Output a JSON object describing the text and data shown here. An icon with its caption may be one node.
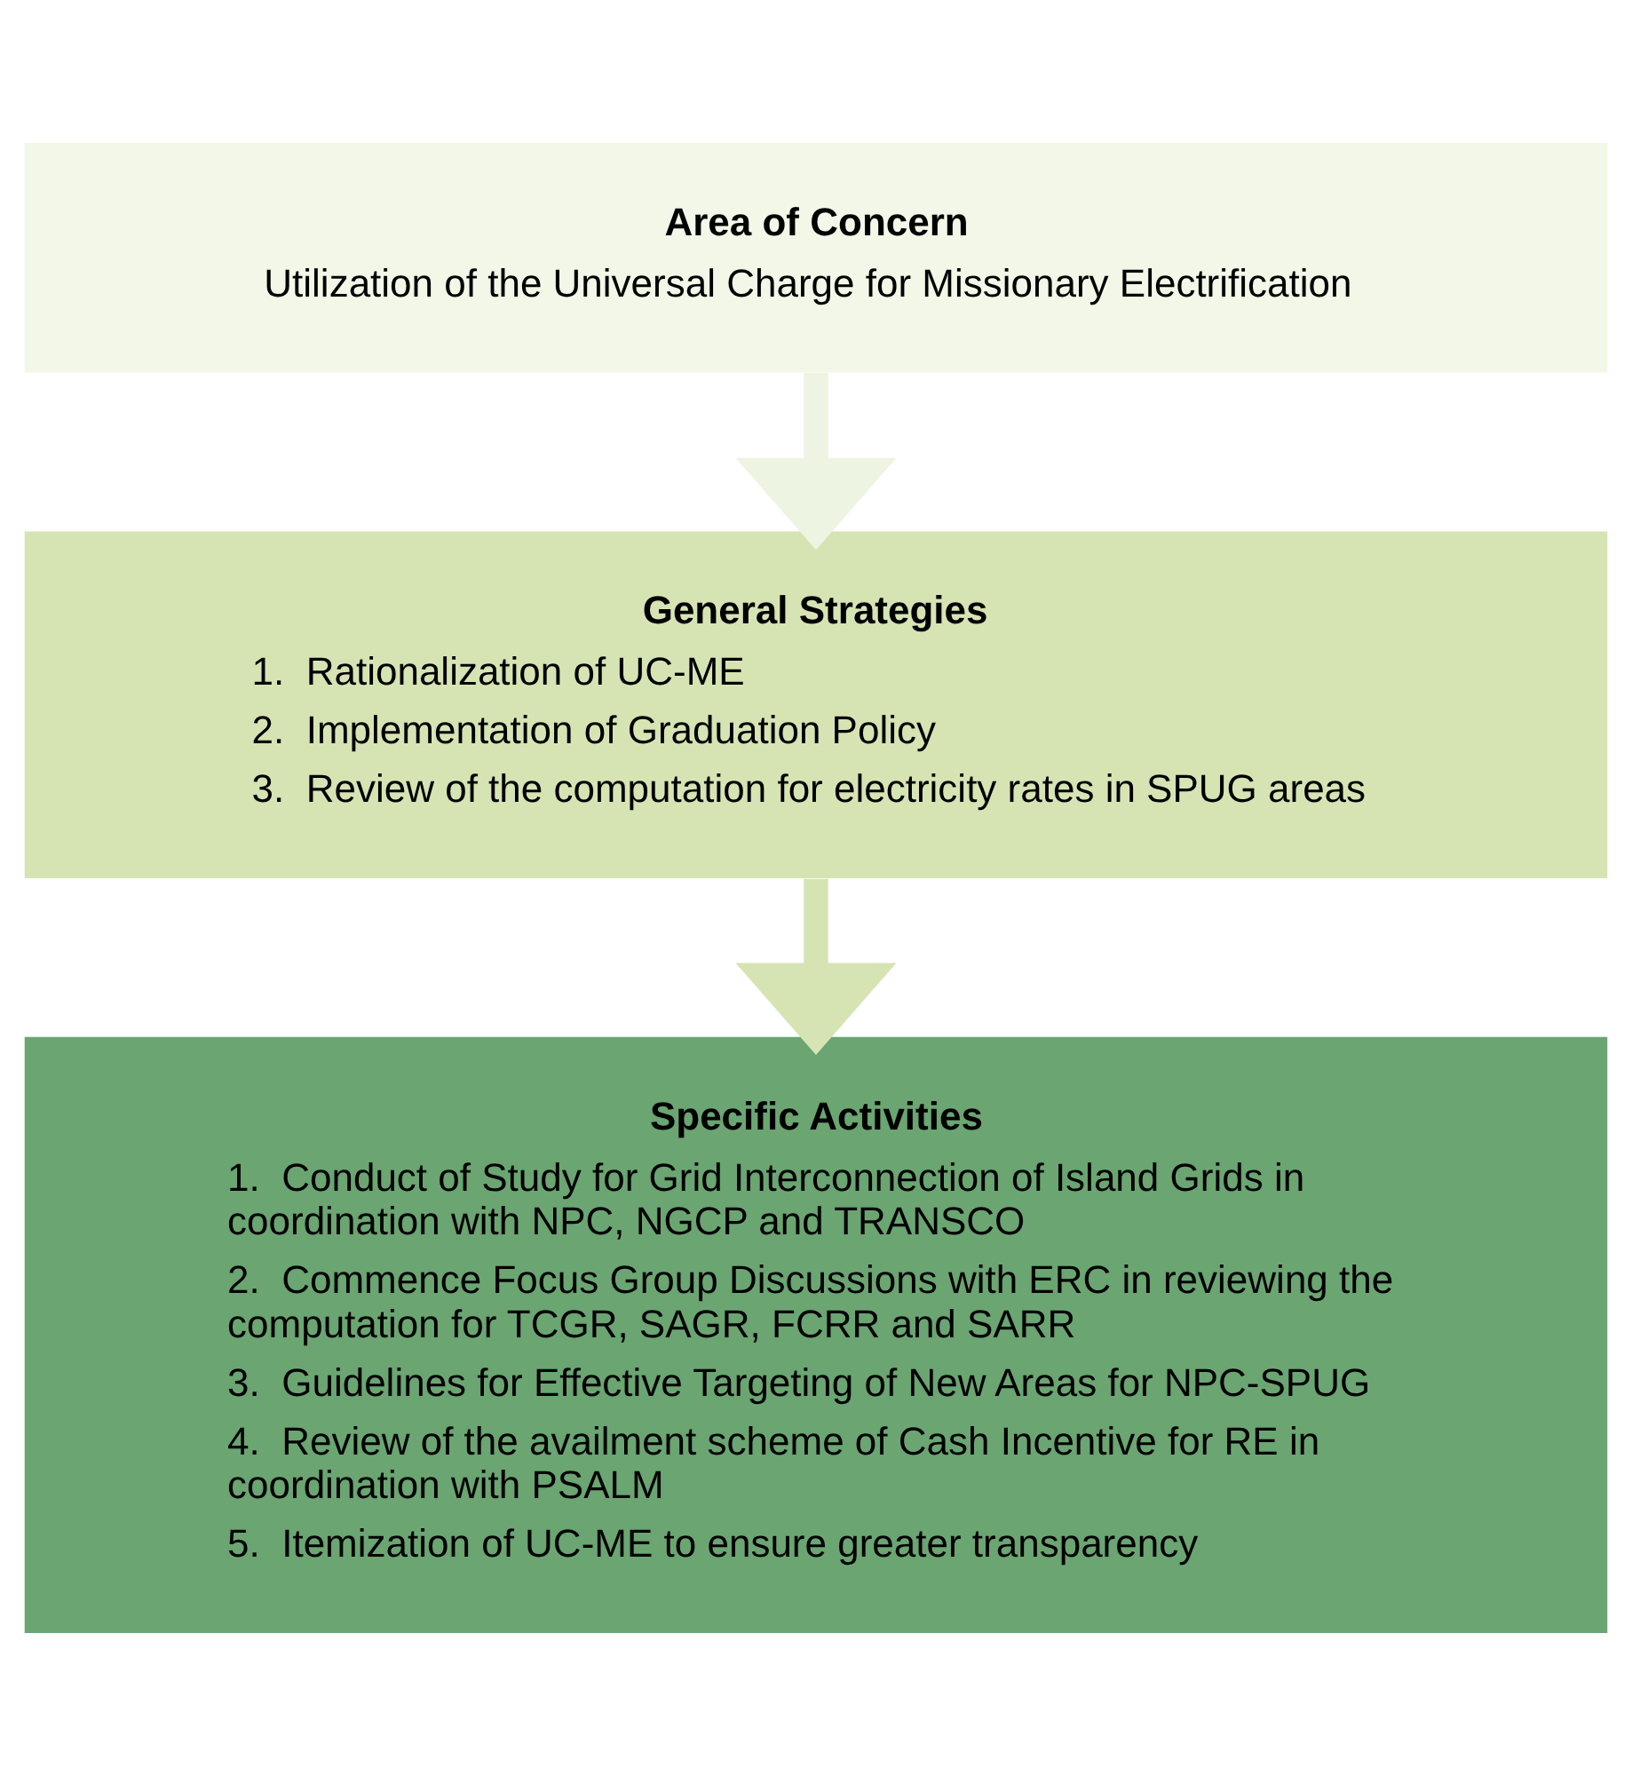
{
  "diagram": {
    "nodes": [
      {
        "text": [
          "Area of Concern",
          "Utilization of the Universal Charge for Missionary Electrification"
        ]
      },
      {
        "text": [
          "General Strategies",
          "1.  Rationalization of UC-ME",
          "2.  Implementation of Graduation Policy",
          "3.  Review of the computation for electricity rates in SPUG areas"
        ]
      },
      {
        "text": [
          "Specific Activities",
          "1.  Conduct of Study for Grid Interconnection of Island Grids in coordination with NPC, NGCP and TRANSCO",
          "2.  Commence Focus Group Discussions with ERC in reviewing the computation for TCGR, SAGR, FCRR and SARR",
          "3.  Guidelines for Effective Targeting of New Areas for NPC-SPUG",
          "4.  Review of the availment scheme of Cash Incentive for RE in coordination with PSALM",
          "5.  Itemization of UC-ME to ensure greater transparency"
        ]
      }
    ],
    "edges": [
      {
        "from": 0,
        "to": 1,
        "arrow": "to",
        "color": "#eef4e2"
      },
      {
        "from": 1,
        "to": 2,
        "arrow": "to",
        "color": "#d6e4b4"
      }
    ]
  }
}
